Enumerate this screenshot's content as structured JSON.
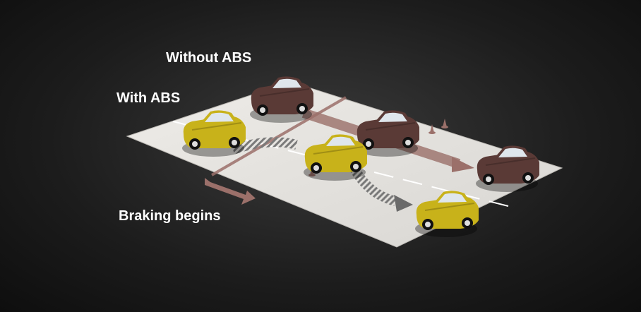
{
  "labels": {
    "without_abs": "Without ABS",
    "with_abs": "With ABS",
    "braking_begins": "Braking begins"
  },
  "colors": {
    "road": "#e4e2de",
    "abs_car": "#c8b21a",
    "non_abs_car": "#5a3a36",
    "braking_marker": "#9b706a",
    "skid_trail": "#777777"
  }
}
